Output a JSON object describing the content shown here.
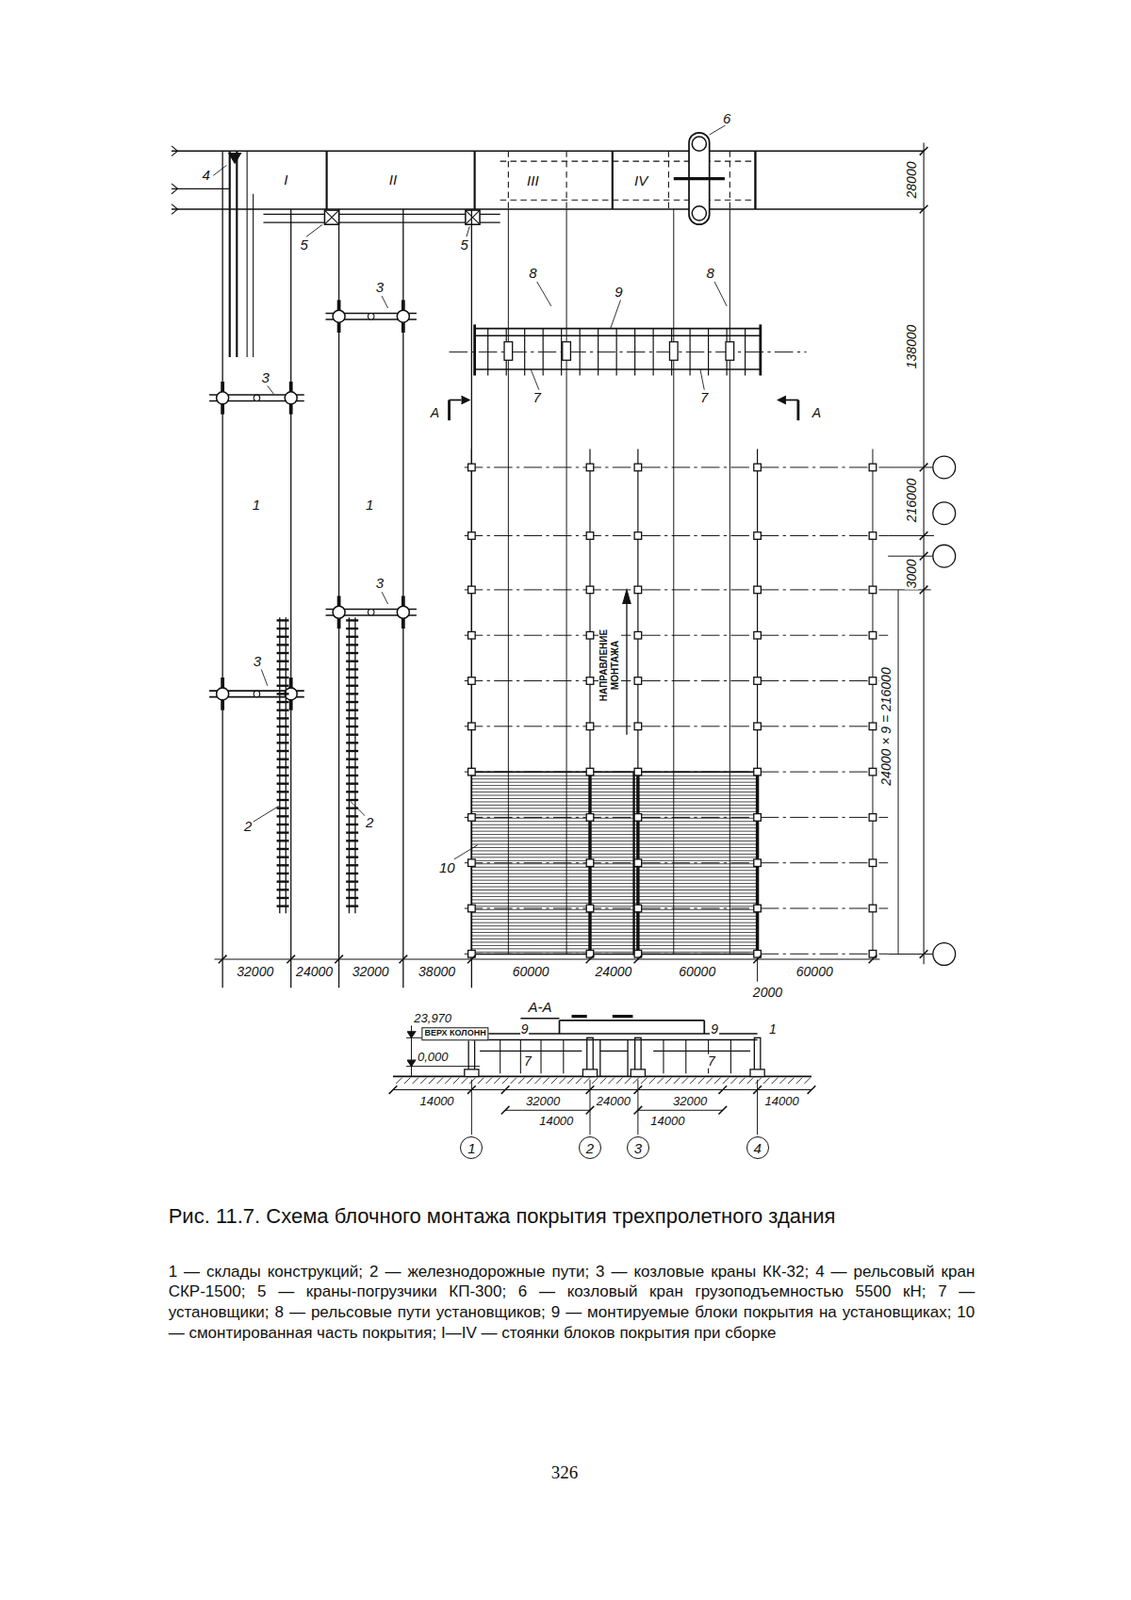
{
  "diagram": {
    "caption": "Рис. 11.7. Схема блочного монтажа покрытия трехпролетного здания",
    "nodes": [
      {
        "text": [
          "1"
        ]
      },
      {
        "text": [
          "2"
        ]
      },
      {
        "text": [
          "3"
        ]
      },
      {
        "text": [
          "4"
        ]
      }
    ],
    "labels": [
      "6",
      "4",
      "I",
      "II",
      "III",
      "IV",
      "28000",
      "5",
      "5",
      "8",
      "8",
      "9",
      "3",
      "3",
      "3",
      "3",
      "1",
      "1",
      "7",
      "7",
      "А",
      "А",
      "138000",
      "216000",
      "3000",
      "24000 × 9 = 216000",
      "НАПРАВЛЕНИЕ МОНТАЖА",
      "2",
      "2",
      "10",
      "32000",
      "24000",
      "32000",
      "38000",
      "60000",
      "24000",
      "60000",
      "60000",
      "2000",
      "А-А",
      "23,970",
      "ВЕРХ КОЛОНН",
      "9",
      "9",
      "1",
      "0,000",
      "7",
      "7",
      "14000",
      "32000",
      "24000",
      "32000",
      "14000",
      "14000",
      "14000",
      "1 — склады конструкций; 2 — железнодорожные пути; 3 — козловые краны КК-32; 4 — рельсовый кран СКР-1500; 5 — краны-погрузчики КП-300; 6 — козловый кран грузоподъемностью 5500 кН; 7 — установщики; 8 — рельсовые пути установщиков; 9 — монтируемые блоки покрытия на установщиках; 10 — смонтированная часть покрытия; I—IV — стоянки блоков покрытия при сборке",
      "326"
    ]
  }
}
